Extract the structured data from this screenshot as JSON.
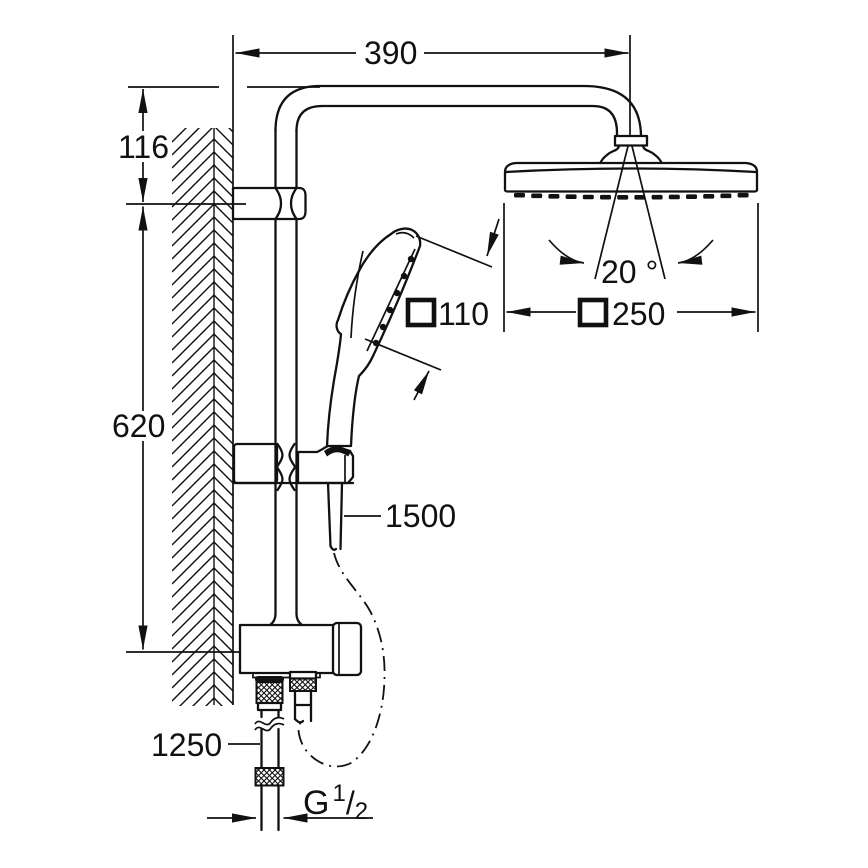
{
  "diagram": {
    "kind": "shower-system-dimension-drawing",
    "background": "#ffffff",
    "line_color": "#111111",
    "dimensions": {
      "arm_projection_mm": "390",
      "head_drop_mm": "116",
      "rail_span_mm": "620",
      "head_tilt_angle": "20 °",
      "hand_shower_face_mm": "110",
      "head_shower_face_mm": "250",
      "shower_hose_mm": "1500",
      "supply_hose_mm": "1250",
      "thread": {
        "letter": "G",
        "numerator": "1",
        "slash": "/",
        "denominator": "2"
      }
    },
    "symbols": {
      "square_symbol_meaning": "square face size",
      "wall_hatch": "masonry chevron hatch"
    }
  }
}
